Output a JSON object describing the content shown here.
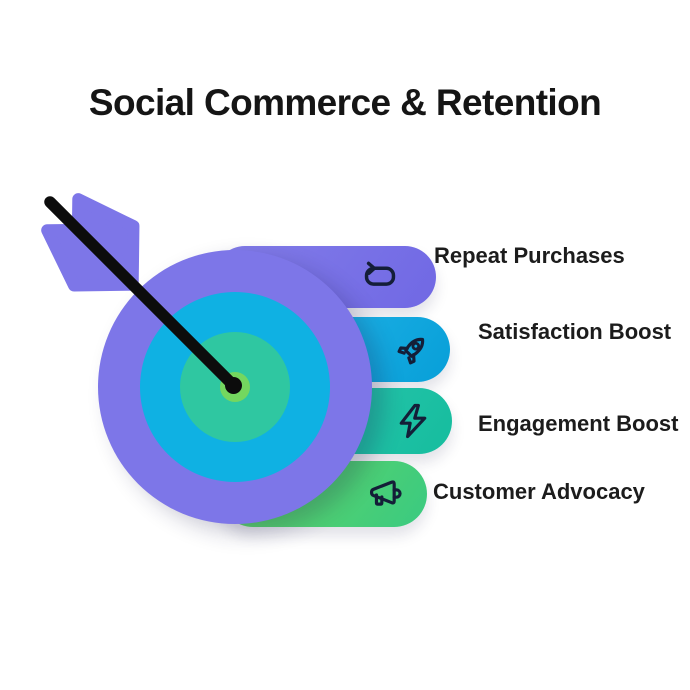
{
  "title": "Social Commerce & Retention",
  "items": [
    {
      "label": "Repeat Purchases",
      "icon": "repeat-icon",
      "color_start": "#837de9",
      "color_end": "#7068e4"
    },
    {
      "label": "Satisfaction Boost",
      "icon": "rocket-icon",
      "color_start": "#29b8eb",
      "color_end": "#079fd8"
    },
    {
      "label": "Engagement Boost",
      "icon": "lightning-icon",
      "color_start": "#2fc8b2",
      "color_end": "#16bd9e"
    },
    {
      "label": "Customer Advocacy",
      "icon": "megaphone-icon",
      "color_start": "#66d662",
      "color_end": "#3aca81"
    }
  ],
  "target": {
    "ring_colors": [
      "#7d76e8",
      "#0fb1e3",
      "#2fc7a1",
      "#74d75f"
    ],
    "arrow_color": "#0c0c0c",
    "feather_color": "#7d76e8"
  },
  "colors": {
    "background": "#ffffff",
    "title_text": "#151515",
    "label_text": "#1c1c1c",
    "icon_stroke": "#141e38"
  }
}
